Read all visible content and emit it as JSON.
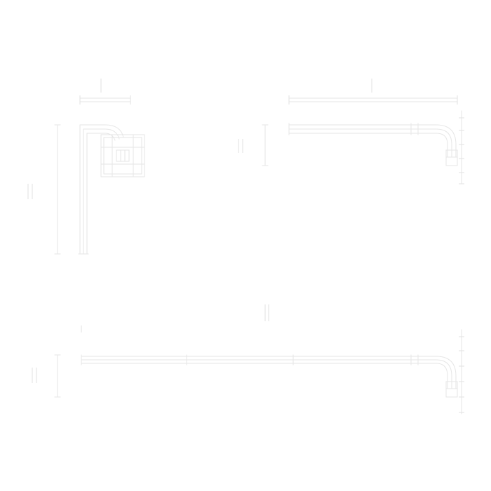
{
  "diagram": {
    "type": "pipe-fitting-technical-drawing",
    "views": [
      {
        "name": "side-view-with-flange"
      },
      {
        "name": "top-view-short-arm"
      },
      {
        "name": "top-view-long-arm"
      }
    ],
    "colors": {
      "background": "#ffffff",
      "line": "#e6e6e6"
    }
  }
}
